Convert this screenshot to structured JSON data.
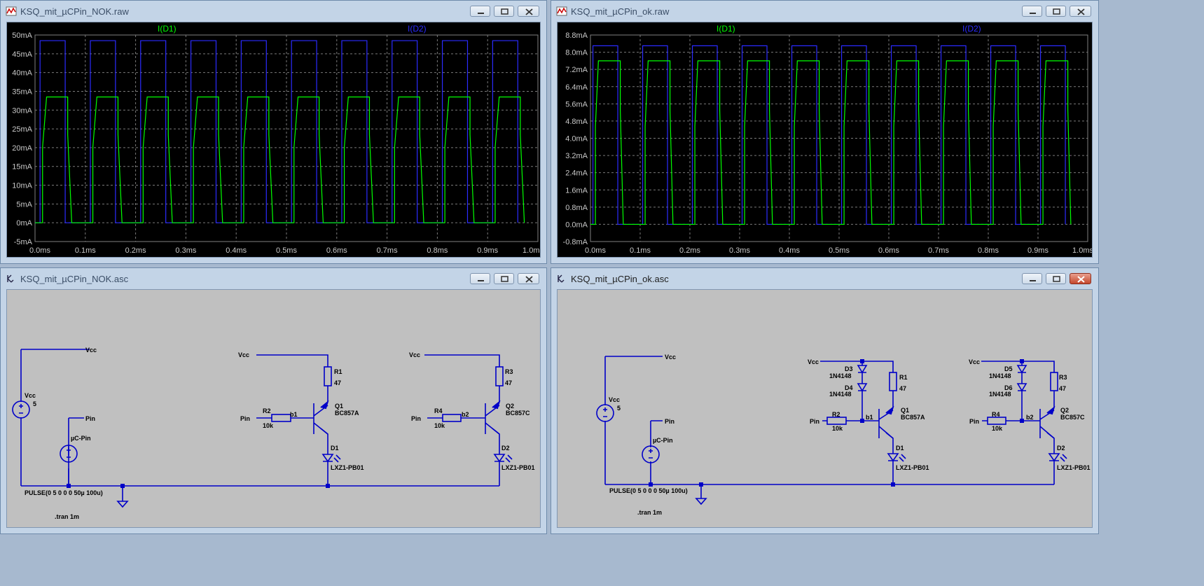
{
  "windows": [
    {
      "title": "KSQ_mit_µCPin_NOK.raw",
      "active": false
    },
    {
      "title": "KSQ_mit_µCPin_ok.raw",
      "active": false
    },
    {
      "title": "KSQ_mit_µCPin_NOK.asc",
      "active": false
    },
    {
      "title": "KSQ_mit_µCPin_ok.asc",
      "active": true
    }
  ],
  "colors": {
    "trace_d1": "#00ff00",
    "trace_d2": "#2b2bff",
    "wire": "#0000c8",
    "plot_bg": "#000000",
    "schematic_bg": "#c0c0c0"
  },
  "chart_data": [
    {
      "type": "line",
      "title": "",
      "x_ticks": [
        "0.0ms",
        "0.1ms",
        "0.2ms",
        "0.3ms",
        "0.4ms",
        "0.5ms",
        "0.6ms",
        "0.7ms",
        "0.8ms",
        "0.9ms",
        "1.0ms"
      ],
      "y_ticks": [
        "50mA",
        "45mA",
        "40mA",
        "35mA",
        "30mA",
        "25mA",
        "20mA",
        "15mA",
        "10mA",
        "5mA",
        "0mA",
        "-5mA"
      ],
      "xlim": [
        0,
        1.0
      ],
      "ylim": [
        -5,
        50
      ],
      "grid": true,
      "series": [
        {
          "name": "I(D1)",
          "color": "#00ff00",
          "high": 33.5,
          "low": 0,
          "period_ms": 0.1,
          "rise_ms": 0.065,
          "fall_ms": 0.115,
          "settle_ms": 0.008
        },
        {
          "name": "I(D2)",
          "color": "#2b2bff",
          "high": 48.5,
          "low": 0,
          "period_ms": 0.1,
          "rise_ms": 0.06,
          "fall_ms": 0.11,
          "settle_ms": 0
        }
      ]
    },
    {
      "type": "line",
      "title": "",
      "x_ticks": [
        "0.0ms",
        "0.1ms",
        "0.2ms",
        "0.3ms",
        "0.4ms",
        "0.5ms",
        "0.6ms",
        "0.7ms",
        "0.8ms",
        "0.9ms",
        "1.0ms"
      ],
      "y_ticks": [
        "8.8mA",
        "8.0mA",
        "7.2mA",
        "6.4mA",
        "5.6mA",
        "4.8mA",
        "4.0mA",
        "3.2mA",
        "2.4mA",
        "1.6mA",
        "0.8mA",
        "0.0mA",
        "-0.8mA"
      ],
      "xlim": [
        0,
        1.0
      ],
      "ylim": [
        -0.8,
        8.8
      ],
      "grid": true,
      "series": [
        {
          "name": "I(D1)",
          "color": "#00ff00",
          "high": 7.6,
          "low": 0,
          "period_ms": 0.1,
          "rise_ms": 0.06,
          "fall_ms": 0.11,
          "settle_ms": 0.006
        },
        {
          "name": "I(D2)",
          "color": "#2b2bff",
          "high": 8.3,
          "low": 0,
          "period_ms": 0.1,
          "rise_ms": 0.055,
          "fall_ms": 0.105,
          "settle_ms": 0
        }
      ]
    }
  ],
  "schematic_nok": {
    "vcc_net": "Vcc",
    "pin_net": "Pin",
    "vcc_source": {
      "name": "Vcc",
      "value": "5"
    },
    "pin_source": {
      "name": "µC-Pin",
      "value": "PULSE(0 5 0 0 0 50µ 100u)"
    },
    "directive": ".tran 1m",
    "stage1": {
      "r_collector": "R1",
      "r_collector_val": "47",
      "r_base": "R2",
      "r_base_val": "10k",
      "net": "b1",
      "q": "Q1",
      "q_type": "BC857A",
      "led": "D1",
      "led_type": "LXZ1-PB01"
    },
    "stage2": {
      "r_collector": "R3",
      "r_collector_val": "47",
      "r_base": "R4",
      "r_base_val": "10k",
      "net": "b2",
      "q": "Q2",
      "q_type": "BC857C",
      "led": "D2",
      "led_type": "LXZ1-PB01"
    }
  },
  "schematic_ok": {
    "vcc_net": "Vcc",
    "pin_net": "Pin",
    "vcc_source": {
      "name": "Vcc",
      "value": "5"
    },
    "pin_source": {
      "name": "µC-Pin",
      "value": "PULSE(0 5 0 0 0 50µ 100u)"
    },
    "directive": ".tran 1m",
    "stage1": {
      "r_collector": "R1",
      "r_collector_val": "47",
      "r_base": "R2",
      "r_base_val": "10k",
      "net": "b1",
      "q": "Q1",
      "q_type": "BC857A",
      "led": "D1",
      "led_type": "LXZ1-PB01",
      "diode_a": "D3",
      "diode_a_type": "1N4148",
      "diode_b": "D4",
      "diode_b_type": "1N4148"
    },
    "stage2": {
      "r_collector": "R3",
      "r_collector_val": "47",
      "r_base": "R4",
      "r_base_val": "10k",
      "net": "b2",
      "q": "Q2",
      "q_type": "BC857C",
      "led": "D2",
      "led_type": "LXZ1-PB01",
      "diode_a": "D5",
      "diode_a_type": "1N4148",
      "diode_b": "D6",
      "diode_b_type": "1N4148"
    }
  }
}
